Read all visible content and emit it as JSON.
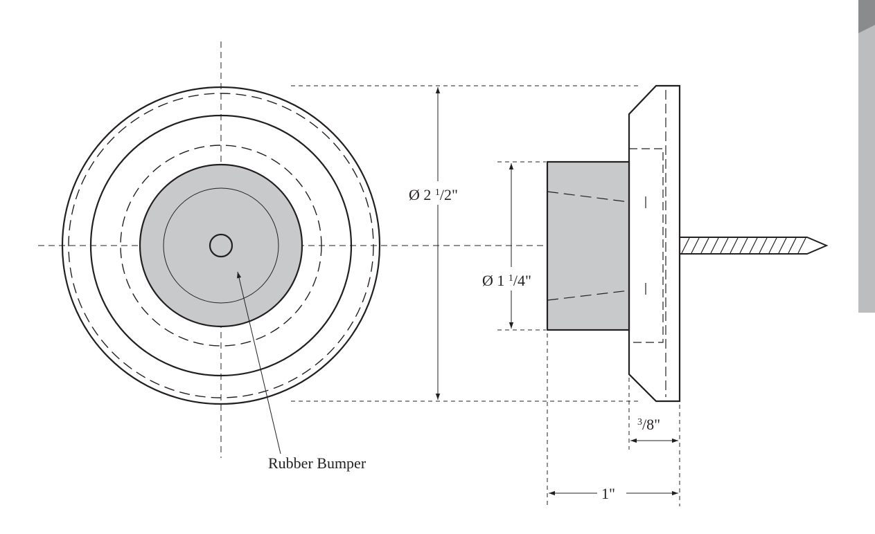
{
  "labels": {
    "callout": "Rubber Bumper",
    "outer_diameter": {
      "prefix": "Ø 2 ",
      "num": "1",
      "den": "/2\""
    },
    "bumper_diameter": {
      "prefix": "Ø 1 ",
      "num": "1",
      "den": "/4\""
    },
    "flange_thickness": {
      "num": "3",
      "den": "/8\""
    },
    "overall_depth": "1\""
  },
  "colors": {
    "ink": "#231f20",
    "rubber_fill": "#c8c9cb",
    "side_tab_dark": "#8a8b8d",
    "side_tab_light": "#bcbdbf"
  }
}
